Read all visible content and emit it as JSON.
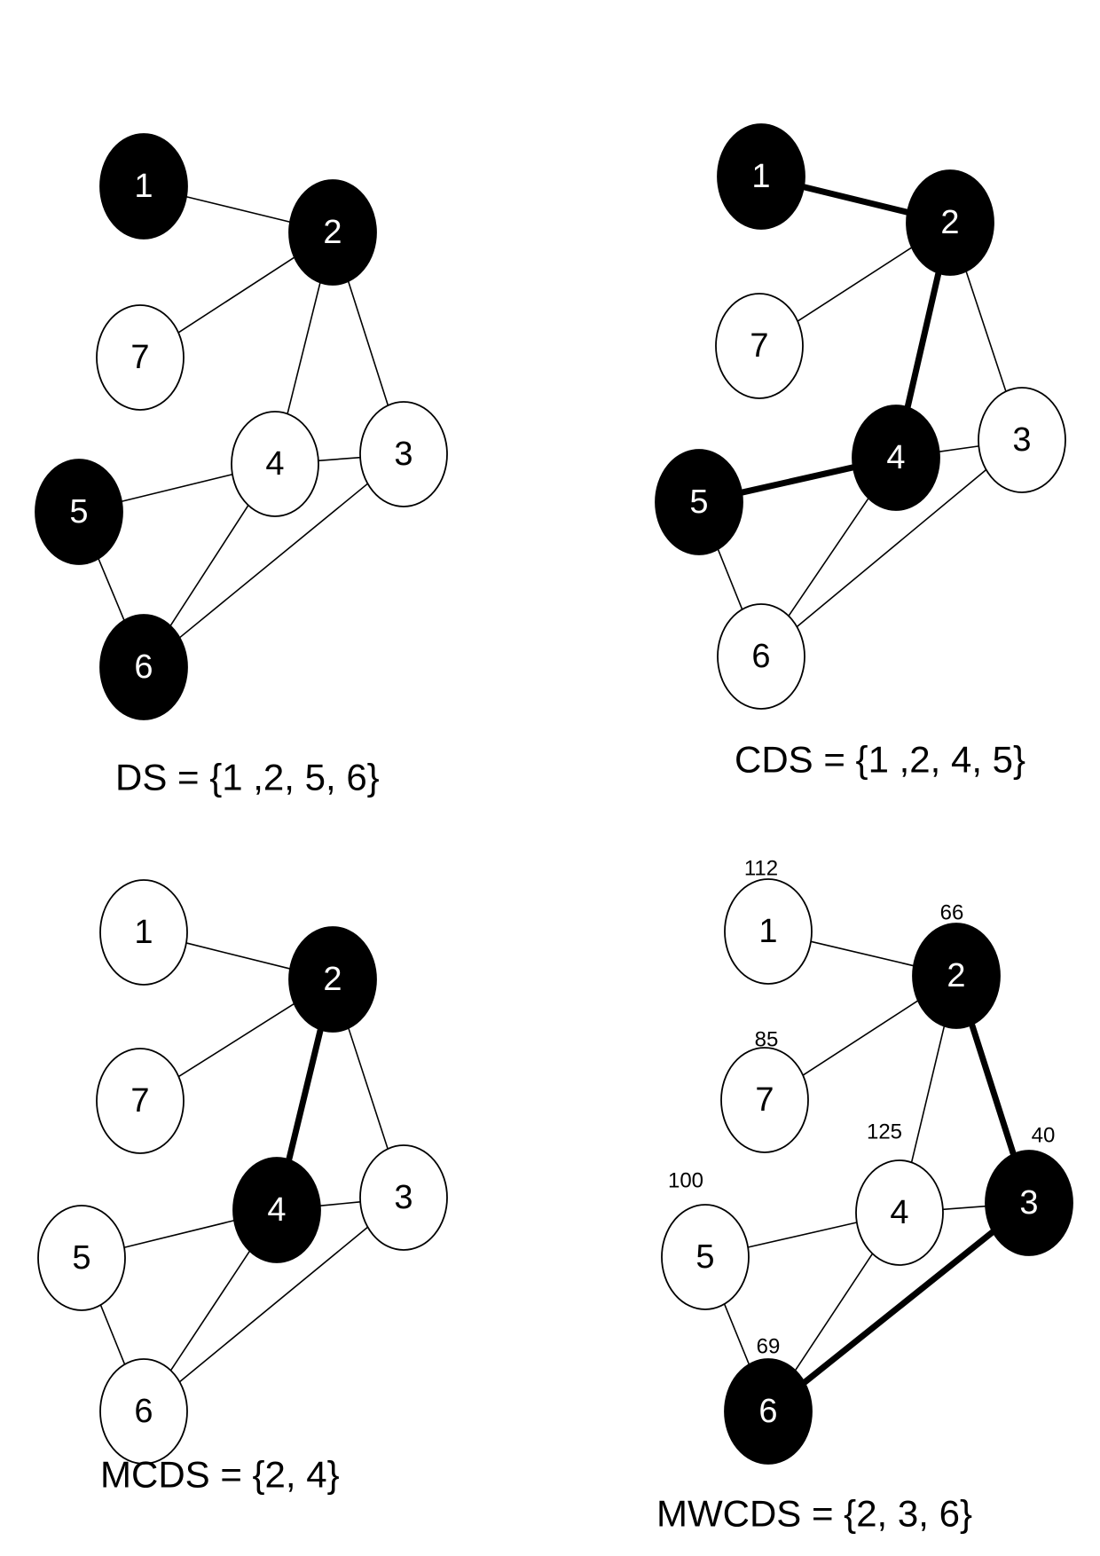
{
  "colors": {
    "selected_fill": "#000000",
    "unselected_fill": "#ffffff",
    "stroke": "#000000",
    "selected_text": "#ffffff",
    "unselected_text": "#000000"
  },
  "panels": [
    {
      "id": "ds",
      "caption": "DS = {1 ,2, 5, 6}",
      "nodes": [
        {
          "id": "1",
          "label": "1",
          "selected": true
        },
        {
          "id": "2",
          "label": "2",
          "selected": true
        },
        {
          "id": "7",
          "label": "7",
          "selected": false
        },
        {
          "id": "4",
          "label": "4",
          "selected": false
        },
        {
          "id": "3",
          "label": "3",
          "selected": false
        },
        {
          "id": "5",
          "label": "5",
          "selected": true
        },
        {
          "id": "6",
          "label": "6",
          "selected": true
        }
      ],
      "edges": [
        {
          "from": "1",
          "to": "2",
          "bold": false
        },
        {
          "from": "2",
          "to": "7",
          "bold": false
        },
        {
          "from": "2",
          "to": "4",
          "bold": false
        },
        {
          "from": "2",
          "to": "3",
          "bold": false
        },
        {
          "from": "4",
          "to": "3",
          "bold": false
        },
        {
          "from": "5",
          "to": "4",
          "bold": false
        },
        {
          "from": "5",
          "to": "6",
          "bold": false
        },
        {
          "from": "6",
          "to": "4",
          "bold": false
        },
        {
          "from": "6",
          "to": "3",
          "bold": false
        }
      ]
    },
    {
      "id": "cds",
      "caption": "CDS = {1 ,2, 4, 5}",
      "nodes": [
        {
          "id": "1",
          "label": "1",
          "selected": true
        },
        {
          "id": "2",
          "label": "2",
          "selected": true
        },
        {
          "id": "7",
          "label": "7",
          "selected": false
        },
        {
          "id": "4",
          "label": "4",
          "selected": true
        },
        {
          "id": "3",
          "label": "3",
          "selected": false
        },
        {
          "id": "5",
          "label": "5",
          "selected": true
        },
        {
          "id": "6",
          "label": "6",
          "selected": false
        }
      ],
      "edges": [
        {
          "from": "1",
          "to": "2",
          "bold": true
        },
        {
          "from": "2",
          "to": "7",
          "bold": false
        },
        {
          "from": "2",
          "to": "4",
          "bold": true
        },
        {
          "from": "2",
          "to": "3",
          "bold": false
        },
        {
          "from": "4",
          "to": "3",
          "bold": false
        },
        {
          "from": "5",
          "to": "4",
          "bold": true
        },
        {
          "from": "5",
          "to": "6",
          "bold": false
        },
        {
          "from": "6",
          "to": "4",
          "bold": false
        },
        {
          "from": "6",
          "to": "3",
          "bold": false
        }
      ]
    },
    {
      "id": "mcds",
      "caption": "MCDS = {2, 4}",
      "nodes": [
        {
          "id": "1",
          "label": "1",
          "selected": false
        },
        {
          "id": "2",
          "label": "2",
          "selected": true
        },
        {
          "id": "7",
          "label": "7",
          "selected": false
        },
        {
          "id": "4",
          "label": "4",
          "selected": true
        },
        {
          "id": "3",
          "label": "3",
          "selected": false
        },
        {
          "id": "5",
          "label": "5",
          "selected": false
        },
        {
          "id": "6",
          "label": "6",
          "selected": false
        }
      ],
      "edges": [
        {
          "from": "1",
          "to": "2",
          "bold": false
        },
        {
          "from": "2",
          "to": "7",
          "bold": false
        },
        {
          "from": "2",
          "to": "4",
          "bold": true
        },
        {
          "from": "2",
          "to": "3",
          "bold": false
        },
        {
          "from": "4",
          "to": "3",
          "bold": false
        },
        {
          "from": "5",
          "to": "4",
          "bold": false
        },
        {
          "from": "5",
          "to": "6",
          "bold": false
        },
        {
          "from": "6",
          "to": "4",
          "bold": false
        },
        {
          "from": "6",
          "to": "3",
          "bold": false
        }
      ]
    },
    {
      "id": "mwcds",
      "caption": "MWCDS = {2, 3, 6}",
      "nodes": [
        {
          "id": "1",
          "label": "1",
          "selected": false,
          "weight": "112"
        },
        {
          "id": "2",
          "label": "2",
          "selected": true,
          "weight": "66"
        },
        {
          "id": "7",
          "label": "7",
          "selected": false,
          "weight": "85"
        },
        {
          "id": "4",
          "label": "4",
          "selected": false,
          "weight": "125"
        },
        {
          "id": "3",
          "label": "3",
          "selected": true,
          "weight": "40"
        },
        {
          "id": "5",
          "label": "5",
          "selected": false,
          "weight": "100"
        },
        {
          "id": "6",
          "label": "6",
          "selected": true,
          "weight": "69"
        }
      ],
      "edges": [
        {
          "from": "1",
          "to": "2",
          "bold": false
        },
        {
          "from": "2",
          "to": "7",
          "bold": false
        },
        {
          "from": "2",
          "to": "4",
          "bold": false
        },
        {
          "from": "2",
          "to": "3",
          "bold": true
        },
        {
          "from": "4",
          "to": "3",
          "bold": false
        },
        {
          "from": "5",
          "to": "4",
          "bold": false
        },
        {
          "from": "5",
          "to": "6",
          "bold": false
        },
        {
          "from": "6",
          "to": "4",
          "bold": false
        },
        {
          "from": "6",
          "to": "3",
          "bold": true
        }
      ]
    }
  ]
}
